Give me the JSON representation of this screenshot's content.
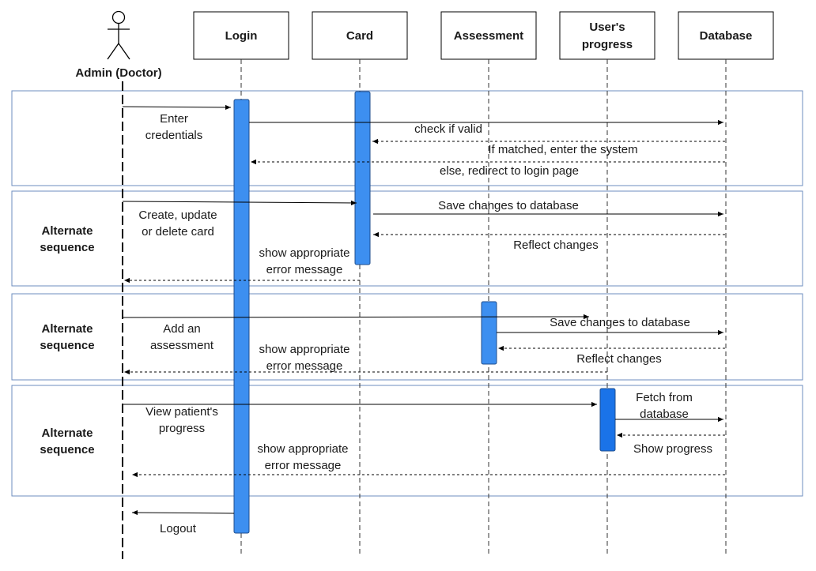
{
  "actor": {
    "label": "Admin (Doctor)"
  },
  "participants": {
    "login": "Login",
    "card": "Card",
    "assessment": "Assessment",
    "progress_line1": "User's",
    "progress_line2": "progress",
    "database": "Database"
  },
  "fragments": {
    "alt1": [
      "Alternate",
      "sequence"
    ],
    "alt2": [
      "Alternate",
      "sequence"
    ],
    "alt3": [
      "Alternate",
      "sequence"
    ]
  },
  "messages": {
    "enter_credentials": [
      "Enter",
      "credentials"
    ],
    "check_valid": "check if valid",
    "if_matched": "If matched, enter the system",
    "else_redirect": "else, redirect to login page",
    "create_card": [
      "Create, update",
      "or delete card"
    ],
    "save_changes_1": "Save changes to database",
    "reflect_changes_1": "Reflect changes",
    "error_1": [
      "show appropriate",
      "error message"
    ],
    "add_assessment": [
      "Add an",
      "assessment"
    ],
    "save_changes_2": "Save changes to database",
    "reflect_changes_2": "Reflect changes",
    "error_2": [
      "show appropriate",
      "error message"
    ],
    "view_progress": [
      "View patient's",
      "progress"
    ],
    "fetch_db": [
      "Fetch from",
      "database"
    ],
    "show_progress": "Show progress",
    "error_3": [
      "show appropriate",
      "error message"
    ],
    "logout": "Logout"
  },
  "colors": {
    "fragment_border": "#6c8ebf",
    "activation_fill": "#3d8ff0",
    "activation_fill_dark": "#1a73e8",
    "activation_stroke": "#1f4e8c",
    "line": "#000000",
    "lifeline": "#333333"
  }
}
